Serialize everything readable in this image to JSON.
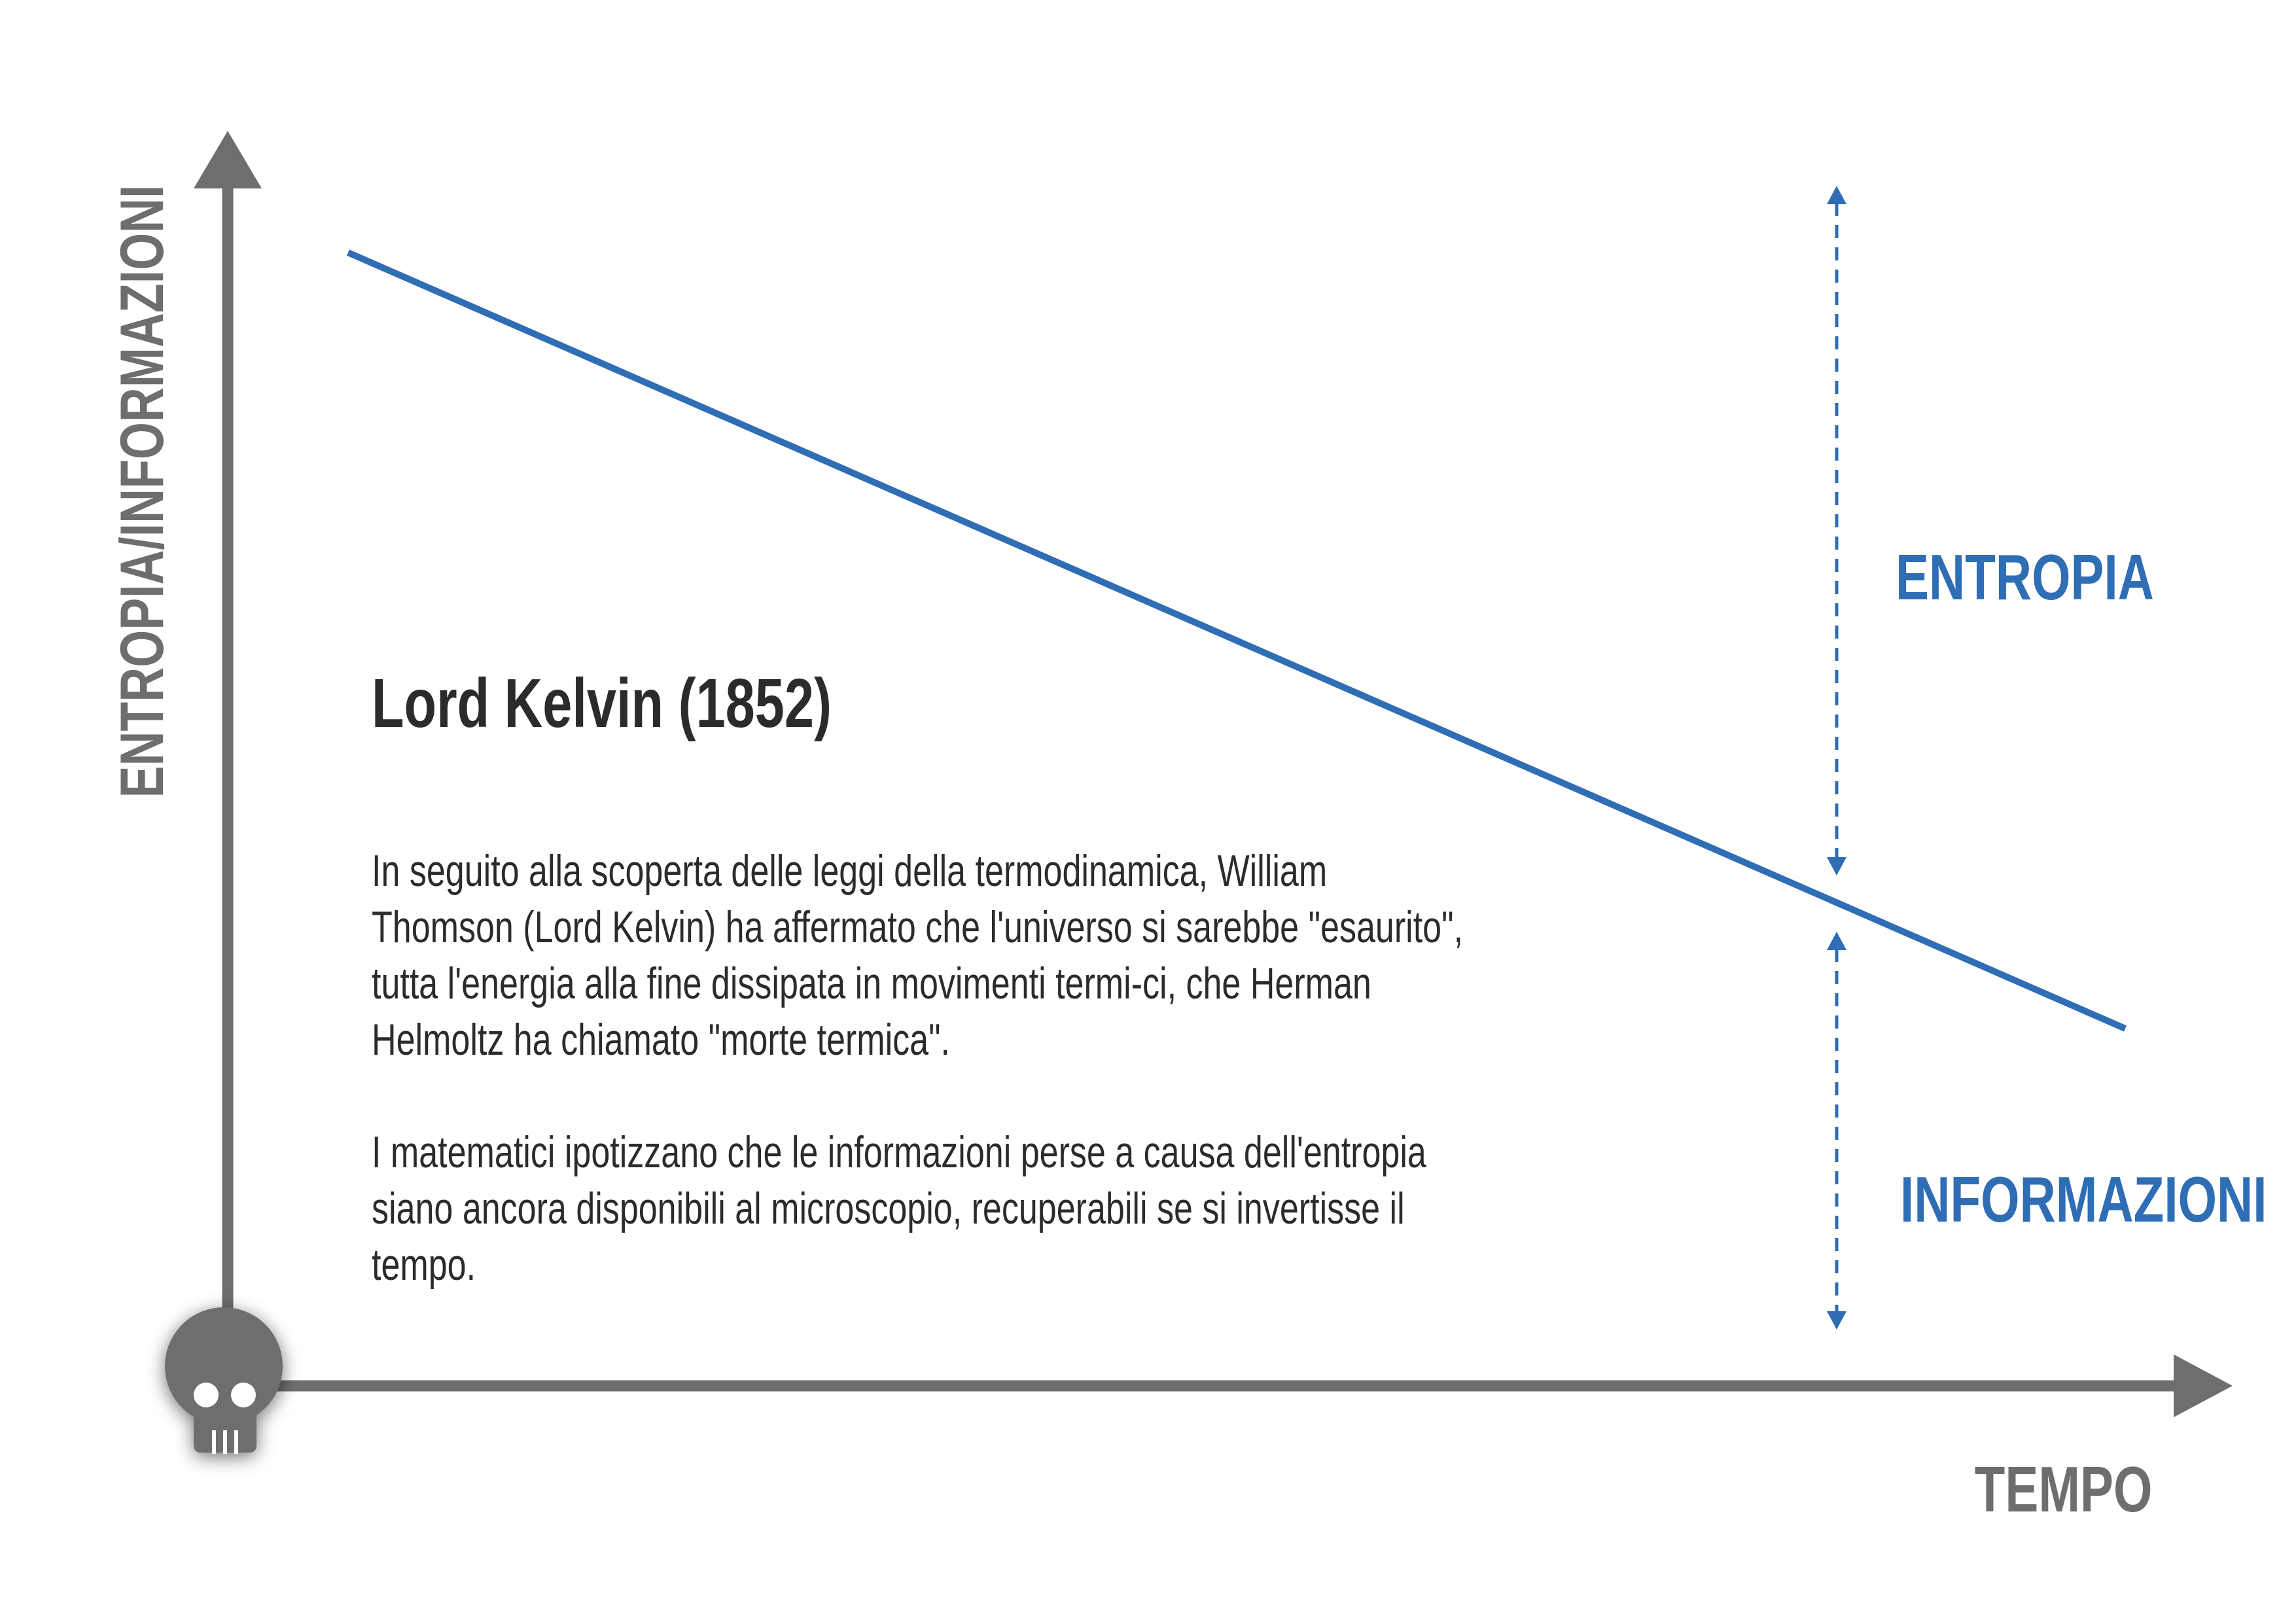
{
  "colors": {
    "axis": "#6e6e6e",
    "accent": "#2f6db5",
    "text": "#2b2b2b",
    "background": "#ffffff"
  },
  "axes": {
    "y_label": "ENTROPIA/INFORMAZIONI",
    "x_label": "TEMPO"
  },
  "origin_icon": "skull-icon",
  "regions": {
    "upper_label": "ENTROPIA",
    "lower_label": "INFORMAZIONI"
  },
  "text": {
    "title": "Lord Kelvin (1852)",
    "paragraph_1": "In seguito alla scoperta delle leggi della termodinamica, William Thomson (Lord Kelvin) ha affermato che l'universo si sarebbe \"esaurito\", tutta l'energia alla fine dissipata in movimenti termi-ci, che Herman Helmoltz ha chiamato \"morte termica\".",
    "paragraph_2": "I matematici ipotizzano che le informazioni perse a causa dell'entropia siano ancora disponibili al microscopio, recuperabili se si invertisse il tempo."
  }
}
